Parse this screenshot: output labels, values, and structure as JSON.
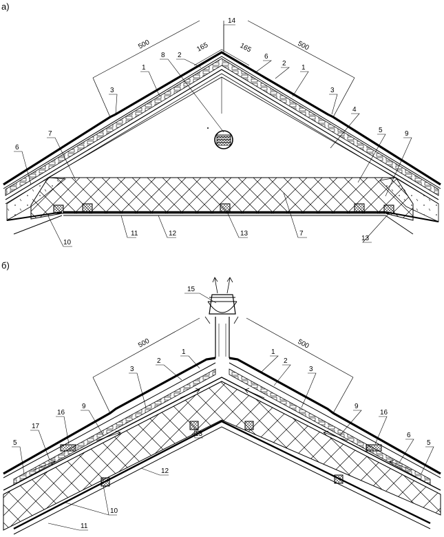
{
  "panels": [
    {
      "id": "a",
      "label": "а)",
      "dimensions": [
        "500",
        "500",
        "165",
        "165"
      ],
      "callouts": [
        "14",
        "8",
        "2",
        "6",
        "2",
        "1",
        "1",
        "3",
        "3",
        "4",
        "5",
        "9",
        "7",
        "6",
        "10",
        "11",
        "12",
        "13",
        "7",
        "13"
      ]
    },
    {
      "id": "b",
      "label": "б)",
      "dimensions": [
        "500",
        "500"
      ],
      "callouts": [
        "15",
        "1",
        "1",
        "2",
        "2",
        "3",
        "3",
        "9",
        "9",
        "16",
        "16",
        "17",
        "5",
        "6",
        "5",
        "13",
        "12",
        "10",
        "11"
      ]
    }
  ],
  "colors": {
    "ink": "#000000",
    "paper": "#ffffff"
  }
}
